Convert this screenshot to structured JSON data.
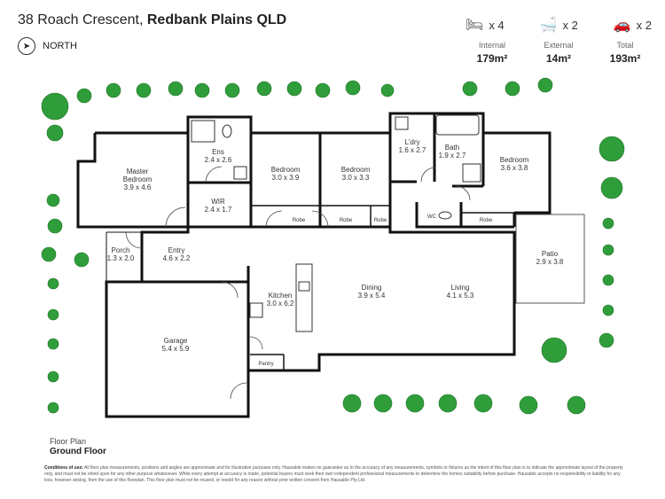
{
  "header": {
    "street": "38 Roach Crescent,",
    "suburb": "Redbank Plains QLD",
    "north_label": "NORTH"
  },
  "stats": {
    "bedrooms": "x 4",
    "bathrooms": "x 2",
    "cars": "x 2"
  },
  "areas": {
    "internal_label": "Internal",
    "internal_value": "179m²",
    "external_label": "External",
    "external_value": "14m²",
    "total_label": "Total",
    "total_value": "193m²"
  },
  "rooms": {
    "master": {
      "name1": "Master",
      "name2": "Bedroom",
      "dims": "3.9 x 4.6"
    },
    "ens": {
      "name": "Ens",
      "dims": "2.4 x 2.6"
    },
    "wir": {
      "name": "WIR",
      "dims": "2.4 x 1.7"
    },
    "bed2": {
      "name": "Bedroom",
      "dims": "3.0 x 3.9"
    },
    "bed3": {
      "name": "Bedroom",
      "dims": "3.0 x 3.3"
    },
    "ldry": {
      "name": "L'dry",
      "dims": "1.6 x 2.7"
    },
    "bath": {
      "name": "Bath",
      "dims": "1.9 x 2.7"
    },
    "bed4": {
      "name": "Bedroom",
      "dims": "3.6 x 3.8"
    },
    "robe1": "Robe",
    "robe2": "Robe",
    "robe3": "Robe",
    "robe4": "Robe",
    "wc": "WC",
    "porch": {
      "name": "Porch",
      "dims": "1.3 x 2.0"
    },
    "entry": {
      "name": "Entry",
      "dims": "4.6 x 2.2"
    },
    "kitchen": {
      "name": "Kitchen",
      "dims": "3.0 x 6.2"
    },
    "dining": {
      "name": "Dining",
      "dims": "3.9 x 5.4"
    },
    "living": {
      "name": "Living",
      "dims": "4.1 x 5.3"
    },
    "patio": {
      "name": "Patio",
      "dims": "2.9 x 3.8"
    },
    "garage": {
      "name": "Garage",
      "dims": "5.4 x 5.9"
    },
    "pantry": "Pantry"
  },
  "footer": {
    "floor_plan_label": "Floor Plan",
    "floor_name": "Ground Floor",
    "conditions_label": "Conditions of use:",
    "conditions_text": "All floor plan measurements, positions and angles are approximate and for illustrative purposes only. Hausable makes no guarantee as to the accuracy of any measurements, symbols or fixtures as the intent of this floor plan is to indicate the approximate layout of the property only, and must not be relied upon for any other purpose whatsoever. While every attempt at accuracy is made, potential buyers must seek their own independent professional measurements to determine the homes suitability before purchase. Hausable accepts no responsibility or liability for any loss, however arising, from the use of this floorplan. This floor plan must not be reused, or resold for any reason without prior written consent from Hausable Pty Ltd."
  }
}
